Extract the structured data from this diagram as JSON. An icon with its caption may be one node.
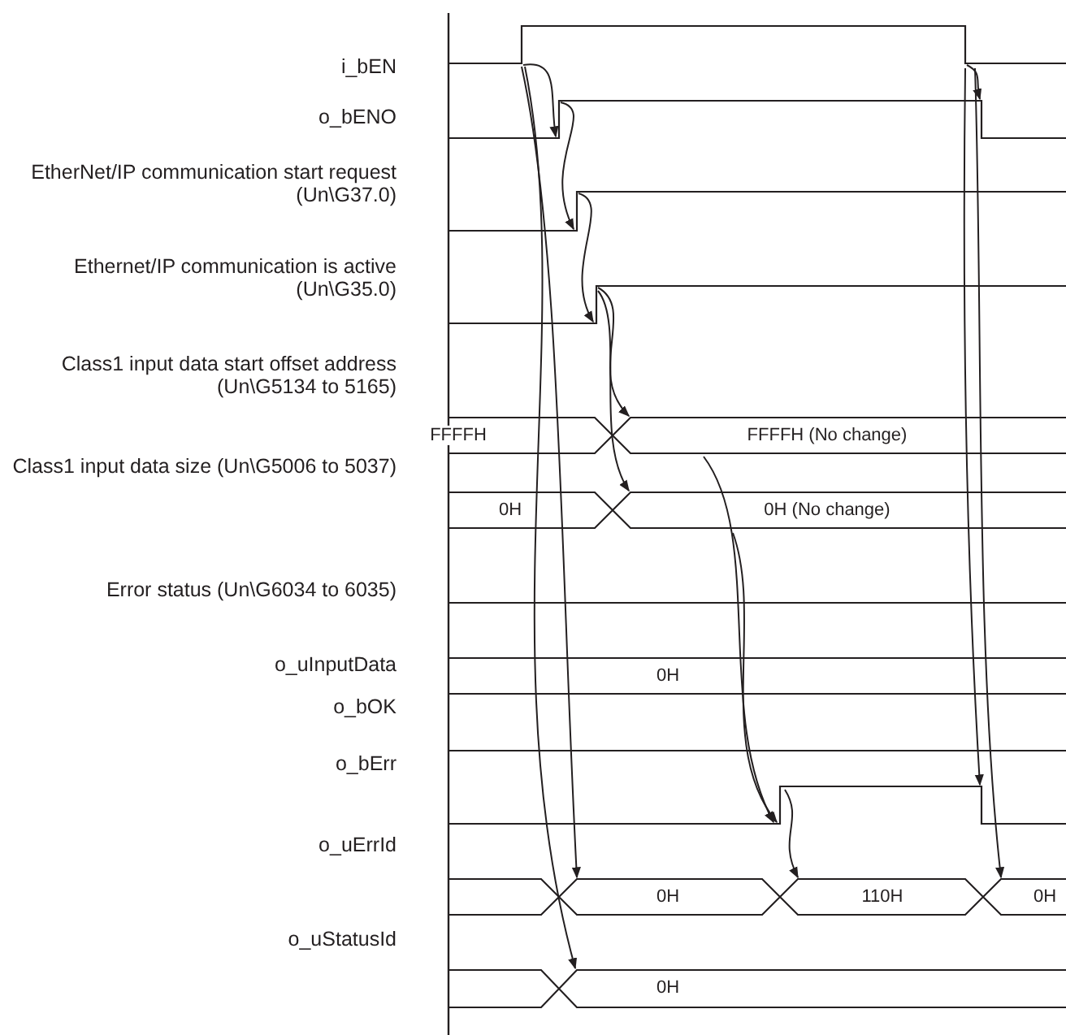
{
  "diagram": {
    "labels": [
      "i_bEN",
      "o_bENO",
      "EtherNet/IP communication start request (Un\\G37.0)",
      "Ethernet/IP communication is active (Un\\G35.0)",
      "Class1 input data start offset address (Un\\G5134 to 5165)",
      "FFFFH",
      "FFFFH (No change)",
      "Class1 input data size (Un\\G5006 to 5037)",
      "0H",
      "0H (No change)",
      "Error status (Un\\G6034 to 6035)",
      "o_uInputData",
      "0H",
      "o_bOK",
      "o_bErr",
      "o_uErrId",
      "0H",
      "110H",
      "0H",
      "o_uStatusId",
      "0H"
    ]
  }
}
